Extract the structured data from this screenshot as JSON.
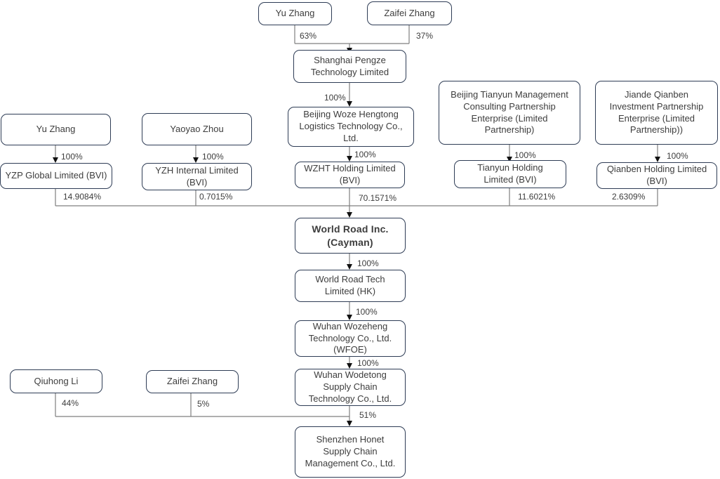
{
  "diagram": {
    "type": "corporate-ownership-structure-flowchart",
    "nodes": {
      "yu_zhang_top": "Yu Zhang",
      "zaifei_zhang_top": "Zaifei Zhang",
      "shanghai_pengze": "Shanghai Pengze\nTechnology Limited",
      "beijing_woze": "Beijing Woze Hengtong\nLogistics Technology Co.,\nLtd.",
      "yu_zhang_left": "Yu Zhang",
      "yaoyao_zhou": "Yaoyao Zhou",
      "yzp_global": "YZP Global Limited (BVI)",
      "yzh_internal": "YZH Internal Limited\n(BVI)",
      "wzht_holding": "WZHT Holding Limited\n(BVI)",
      "beijing_tianyun": "Beijing Tianyun Management\nConsulting Partnership\nEnterprise (Limited\nPartnership)",
      "tianyun_holding": "Tianyun Holding\nLimited (BVI)",
      "jiande_qianben": "Jiande Qianben\nInvestment Partnership\nEnterprise (Limited\nPartnership))",
      "qianben_holding": "Qianben Holding Limited\n(BVI)",
      "world_road_inc": "World Road Inc.\n(Cayman)",
      "world_road_tech": "World Road Tech\nLimited (HK)",
      "wuhan_wozeheng": "Wuhan Wozeheng\nTechnology Co., Ltd.\n(WFOE)",
      "wuhan_wodetong": "Wuhan Wodetong\nSupply Chain\nTechnology Co., Ltd.",
      "qiuhong_li": "Qiuhong Li",
      "zaifei_zhang_bottom": "Zaifei Zhang",
      "shenzhen_honet": "Shenzhen Honet\nSupply Chain\nManagement Co., Ltd."
    },
    "edge_labels": {
      "yu_to_pengze": "63%",
      "zaifei_to_pengze": "37%",
      "pengze_to_woze": "100%",
      "woze_to_wzht": "100%",
      "yu_to_yzp": "100%",
      "yaoyao_to_yzh": "100%",
      "tianyun_to_holding": "100%",
      "qianben_to_holding": "100%",
      "yzp_to_wri": "14.9084%",
      "yzh_to_wri": "0.7015%",
      "wzht_to_wri": "70.1571%",
      "tianyun_to_wri": "11.6021%",
      "qianben_to_wri": "2.6309%",
      "wri_to_wrt": "100%",
      "wrt_to_wwz": "100%",
      "wwz_to_wwd": "100%",
      "wwd_to_honet": "51%",
      "qiuhong_to_honet": "44%",
      "zaifei_to_honet": "5%"
    },
    "colors": {
      "box_border": "#2e3c55",
      "connector": "#7f7f7f",
      "arrowhead": "#111111",
      "text": "#3d3d3d",
      "background": "#ffffff"
    }
  }
}
